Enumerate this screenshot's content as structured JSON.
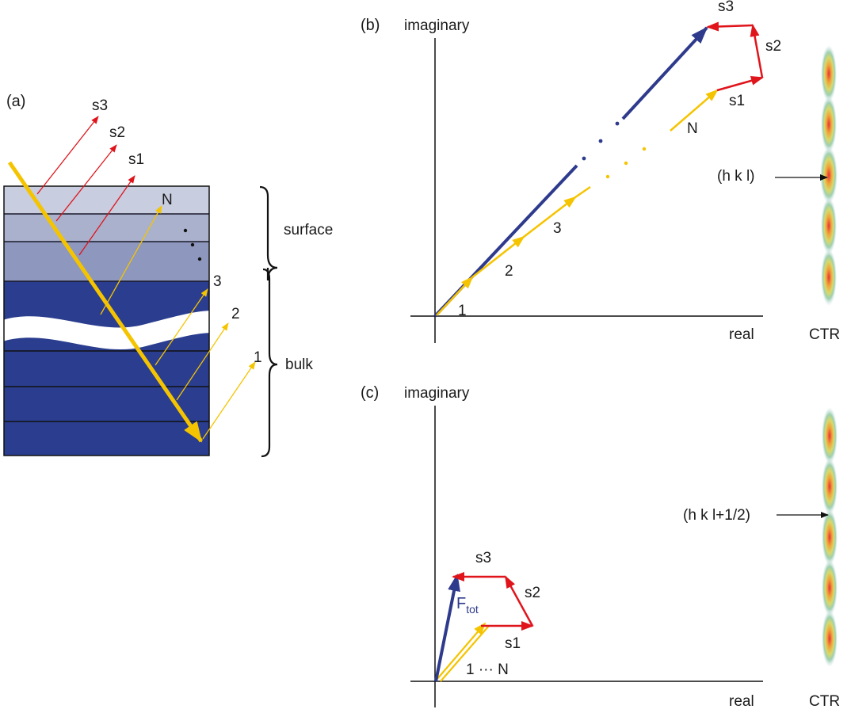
{
  "panel_a": {
    "label": "(a)",
    "surface_rays": [
      "s3",
      "s2",
      "s1"
    ],
    "n_label": "N",
    "bulk_rays": [
      "3",
      "2",
      "1"
    ],
    "surface_label": "surface",
    "bulk_label": "bulk"
  },
  "panel_b": {
    "label": "(b)",
    "y_axis_label": "imaginary",
    "x_axis_label": "real",
    "bulk_vectors": [
      "1",
      "2",
      "3",
      "N"
    ],
    "surface_vectors": [
      "s1",
      "s2",
      "s3"
    ],
    "ctr_label": "CTR",
    "ctr_point_label": "(h k l)"
  },
  "panel_c": {
    "label": "(c)",
    "y_axis_label": "imaginary",
    "x_axis_label": "real",
    "bulk_sum_label": "1 ··· N",
    "surface_vectors": [
      "s1",
      "s2",
      "s3"
    ],
    "total_label": "F",
    "total_subscript": "tot",
    "ctr_label": "CTR",
    "ctr_point_label": "(h k l+1/2)"
  },
  "colors": {
    "bulk_vector": "#f5c400",
    "surface_vector": "#e0141b",
    "total_vector": "#2e3a8c",
    "bulk_layer": "#2a3d8f",
    "surface_layer_top": "#c8cde0",
    "surface_layer_mid": "#aab1cc",
    "surface_layer_low": "#8e97bd"
  }
}
